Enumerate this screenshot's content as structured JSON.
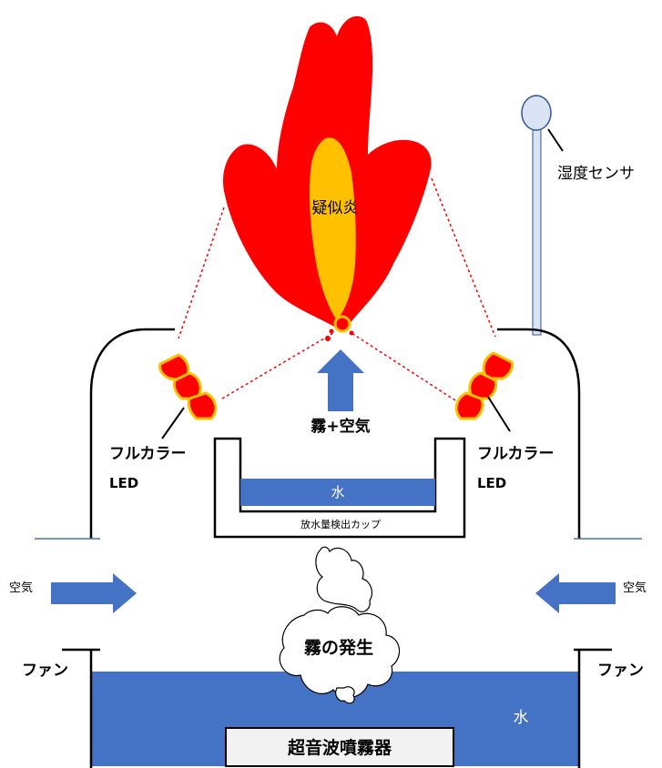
{
  "labels": {
    "flame": "疑似炎",
    "humidity_sensor": "湿度センサ",
    "mist_air": "霧+空気",
    "led_left_line1": "フルカラー",
    "led_left_line2": "LED",
    "led_right_line1": "フルカラー",
    "led_right_line2": "LED",
    "cup_water": "水",
    "cup_label": "放水量検出カップ",
    "air_left": "空気",
    "air_right": "空気",
    "mist_generation": "霧の発生",
    "fan_left": "ファン",
    "fan_right": "ファン",
    "tank_water": "水",
    "atomizer": "超音波噴霧器"
  },
  "colors": {
    "flame_outer": "#ff0000",
    "flame_inner": "#ffc000",
    "water_blue": "#4472c4",
    "arrow_blue": "#4472c4",
    "led_red": "#ff0000",
    "led_outline": "#ffc000",
    "sensor_fill": "#dae3f3",
    "sensor_stroke": "#2f5597",
    "dotted_line": "#ff0000"
  },
  "icons": {
    "flame": "flame-icon",
    "sensor": "humidity-sensor-icon",
    "led": "led-icon",
    "mist_cloud": "mist-cloud-icon"
  }
}
